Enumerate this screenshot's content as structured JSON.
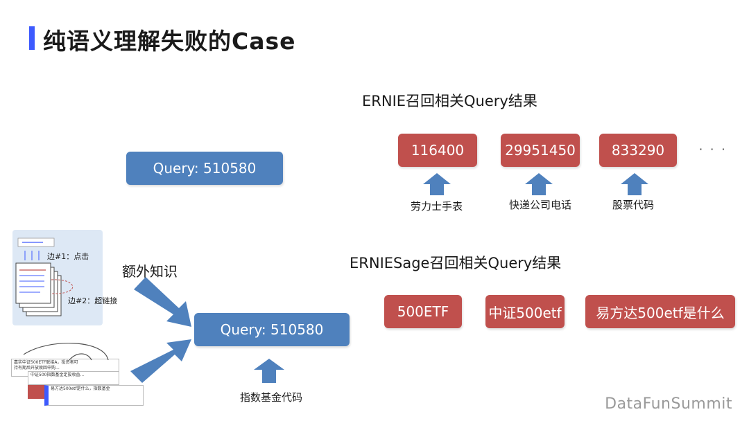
{
  "title": "纯语义理解失败的Case",
  "accent_color": "#3d5afe",
  "query_top": "Query: 510580",
  "query_center": "Query: 510580",
  "extra_knowledge_label": "额外知识",
  "index_fund_code_label": "指数基金代码",
  "graph": {
    "edge1": "边#1：点击",
    "edge2": "边#2：超链接"
  },
  "ernie": {
    "title": "ERNIE召回相关Query结果",
    "results": [
      {
        "value": "116400",
        "meaning": "劳力士手表"
      },
      {
        "value": "29951450",
        "meaning": "快递公司电话"
      },
      {
        "value": "833290",
        "meaning": "股票代码"
      }
    ],
    "ellipsis": "· · ·"
  },
  "erniesage": {
    "title": "ERNIESage召回相关Query结果",
    "results": [
      "500ETF",
      "中证500etf",
      "易方达500etf是什么"
    ]
  },
  "snippets": [
    "嘉实中证500ETF联接A，投资者可",
    "持有期后开放赎回申购...",
    "中证500指数基金定投收益...",
    "易方达500etf是什么，指数基金"
  ],
  "colors": {
    "blue_box": "#4f81bd",
    "red_box": "#c0504d",
    "footer": "#9a9a9a"
  },
  "footer": "DataFunSummit"
}
